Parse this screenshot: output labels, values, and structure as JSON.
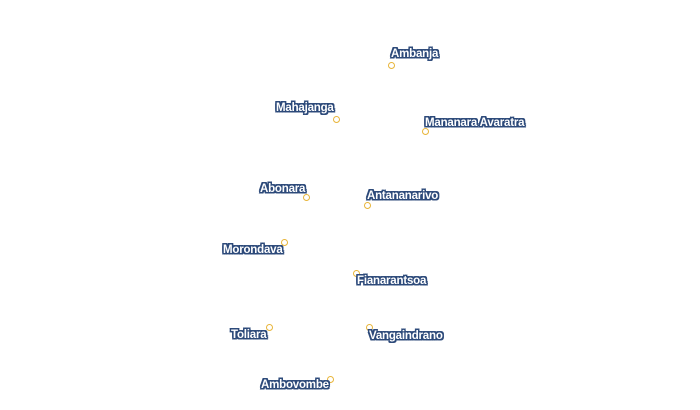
{
  "map": {
    "marker_color": "#e8b53a",
    "label_color": "#ffffff",
    "label_outline_color": "#2d4a7a",
    "cities": [
      {
        "id": "ambanja",
        "name": "Ambanja"
      },
      {
        "id": "mahajanga",
        "name": "Mahajanga"
      },
      {
        "id": "mananara-avaratra",
        "name": "Mananara Avaratra"
      },
      {
        "id": "abonara",
        "name": "Abonara"
      },
      {
        "id": "antananarivo",
        "name": "Antananarivo"
      },
      {
        "id": "morondava",
        "name": "Morondava"
      },
      {
        "id": "fianarantsoa",
        "name": "Fianarantsoa"
      },
      {
        "id": "toliara",
        "name": "Toliara"
      },
      {
        "id": "vangaindrano",
        "name": "Vangaindrano"
      },
      {
        "id": "ambovombe",
        "name": "Ambovombe"
      }
    ]
  }
}
